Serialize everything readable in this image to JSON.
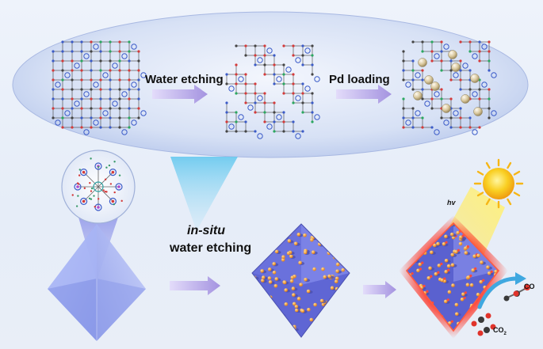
{
  "labels": {
    "water_etching": "Water etching",
    "pd_loading": "Pd loading",
    "in_situ": "in-situ",
    "water_etching_lower": "water etching",
    "hv": "hv",
    "co": "CO",
    "co2_base": "CO",
    "co2_sub": "2"
  },
  "colors": {
    "ellipse_fill": "#c9d6f2",
    "arrow": "#b5a6e6",
    "framework_red": "#d43a3a",
    "framework_blue": "#3b5bc8",
    "pd_particle": "#c8b58c",
    "octahedron": "#8f9ef0",
    "etched_crystal": "#6c72d8",
    "nanoparticle": "#f0a030",
    "sun": "#f6c21a",
    "glow": "#ff3a2a"
  },
  "icons": {
    "sun": "sun-icon",
    "arrow": "right-arrow-icon"
  }
}
